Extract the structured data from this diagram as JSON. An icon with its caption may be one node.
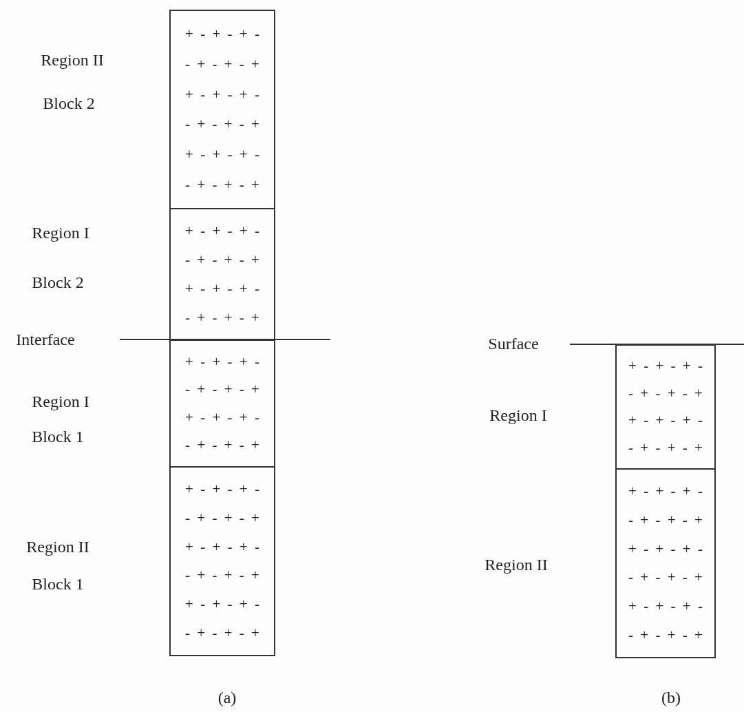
{
  "diagram": {
    "nodes": [
      {
        "text": [
          "+ - + - + -",
          "- + - + - +",
          "+ - + - + -",
          "- + - + - +",
          "+ - + - + -",
          "- + - + - +"
        ],
        "beside": [
          "Region II",
          "Block 2"
        ]
      },
      {
        "text": [
          "+ - + - + -",
          "- + - + - +",
          "+ - + - + -",
          "- + - + - +"
        ],
        "beside": [
          "Region I",
          "Block 2"
        ]
      },
      {
        "text": [
          "+ - + - + -",
          "- + - + - +",
          "+ - + - + -",
          "- + - + - +"
        ],
        "beside": [
          "Region I",
          "Block 1"
        ]
      },
      {
        "text": [
          "+ - + - + -",
          "- + - + - +",
          "+ - + - + -",
          "- + - + - +",
          "+ - + - + -",
          "- + - + - +"
        ],
        "beside": [
          "Region II",
          "Block 1"
        ]
      },
      {
        "text": [
          "+ - + - + -",
          "- + - + - +",
          "+ - + - + -",
          "- + - + - +"
        ]
      },
      {
        "text": [
          "+ - + - + -",
          "- + - + - +",
          "+ - + - + -",
          "- + - + - +",
          "+ - + - + -",
          "- + - + - +"
        ]
      }
    ],
    "labels": [
      "Interface",
      "(a)",
      "Surface",
      "Region I",
      "Region II",
      "(b)"
    ]
  }
}
